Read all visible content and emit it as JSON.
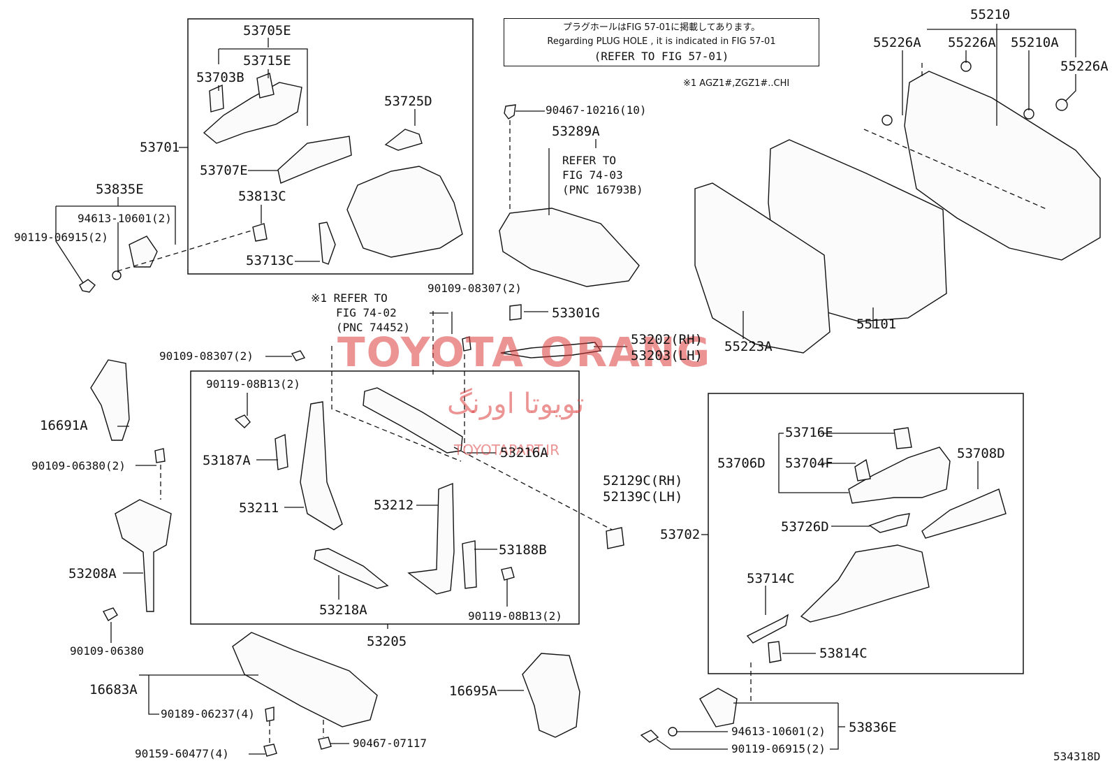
{
  "note": {
    "line1": "プラグホールはFIG 57-01に掲載してあります。",
    "line2": "Regarding PLUG HOLE , it is indicated in FIG 57-01",
    "line3": "(REFER TO FIG 57-01)"
  },
  "footnote": "※1 AGZ1#,ZGZ1#..CHI",
  "watermark": {
    "main": "TOYOTA ORANG",
    "persian": "تویوتا اورنگ",
    "site": "TOYOTAPART.IR"
  },
  "figure_id": "534318D",
  "labels": {
    "p53705E": "53705E",
    "p53715E": "53715E",
    "p53703B": "53703B",
    "p53725D": "53725D",
    "p53701": "53701",
    "p53707E": "53707E",
    "p53813C": "53813C",
    "p53713C": "53713C",
    "p53835E": "53835E",
    "p94613a": "94613-10601(2)",
    "p90119a": "90119-06915(2)",
    "p90467a": "90467-10216(10)",
    "p53289A": "53289A",
    "refer1": "REFER TO",
    "refer2": "FIG 74-03",
    "refer3": "(PNC 16793B)",
    "p55210": "55210",
    "p55226A1": "55226A",
    "p55226A2": "55226A",
    "p55210A": "55210A",
    "p55226A3": "55226A",
    "p55223A": "55223A",
    "p55101": "55101",
    "ref2a": "※1 REFER TO",
    "ref2b": "FIG 74-02",
    "ref2c": "(PNC 74452)",
    "p90109a": "90109-08307(2)",
    "p53301G": "53301G",
    "p53202": "53202(RH)",
    "p53203": "53203(LH)",
    "p90109b": "90109-08307(2)",
    "p90119b": "90119-08B13(2)",
    "p16691A": "16691A",
    "p90109c": "90109-06380(2)",
    "p53187A": "53187A",
    "p53216A": "53216A",
    "p53211": "53211",
    "p53212": "53212",
    "p53188B": "53188B",
    "p53218A": "53218A",
    "p90119c": "90119-08B13(2)",
    "p53205": "53205",
    "p53208A": "53208A",
    "p90109d": "90109-06380",
    "p52129C": "52129C(RH)",
    "p52139C": "52139C(LH)",
    "p53716E": "53716E",
    "p53706D": "53706D",
    "p53704F": "53704F",
    "p53708D": "53708D",
    "p53702": "53702",
    "p53726D": "53726D",
    "p53714C": "53714C",
    "p53814C": "53814C",
    "p16683A": "16683A",
    "p90189": "90189-06237(4)",
    "p90159": "90159-60477(4)",
    "p90467b": "90467-07117",
    "p16695A": "16695A",
    "p53836E": "53836E",
    "p94613b": "94613-10601(2)",
    "p90119d": "90119-06915(2)"
  }
}
